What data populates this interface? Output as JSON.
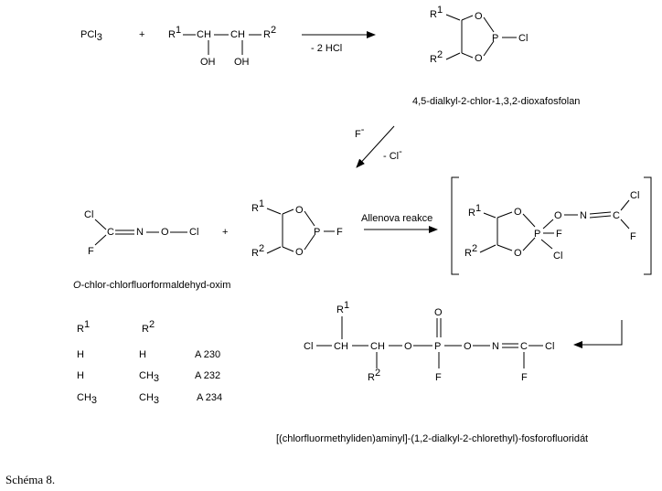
{
  "reaction1": {
    "reagent": "PCl",
    "reagent_sub": "3",
    "plus": "+",
    "diol_r1": "R",
    "diol_r1_sup": "1",
    "diol_ch_a": "CH",
    "diol_ch_b": "CH",
    "diol_r2": "R",
    "diol_r2_sup": "2",
    "oh_a": "OH",
    "oh_b": "OH",
    "arrow_label": "- 2 HCl",
    "product_name": "4,5-dialkyl-2-chlor-1,3,2-dioxafosfolan"
  },
  "reaction2": {
    "reagent": "F",
    "reagent_sup": "-",
    "byproduct": "- Cl",
    "byproduct_sup": "-"
  },
  "row3": {
    "oxime_name_italic": "O",
    "oxime_name_rest": "-chlor-chlorfluorformaldehyd-oxim",
    "plus": "+",
    "arrow_label": "Allenova reakce"
  },
  "atoms": {
    "cl": "Cl",
    "f": "F",
    "o": "O",
    "p": "P",
    "n": "N",
    "c": "C",
    "r": "R",
    "ch": "CH",
    "sup1": "1",
    "sup2": "2"
  },
  "final_product_name": "[(chlorfluormethyliden)aminyl]-(1,2-dialkyl-2-chlorethyl)-fosforofluoridát",
  "table": {
    "headers": [
      {
        "base": "R",
        "sup": "1"
      },
      {
        "base": "R",
        "sup": "2"
      }
    ],
    "rows": [
      {
        "r1": "H",
        "r1_sub": "",
        "r2": "H",
        "r2_sub": "",
        "code": "A 230"
      },
      {
        "r1": "H",
        "r1_sub": "",
        "r2": "CH",
        "r2_sub": "3",
        "code": "A 232"
      },
      {
        "r1": "CH",
        "r1_sub": "3",
        "r2": "CH",
        "r2_sub": "3",
        "code": "A 234"
      }
    ]
  },
  "caption": "Schéma 8."
}
